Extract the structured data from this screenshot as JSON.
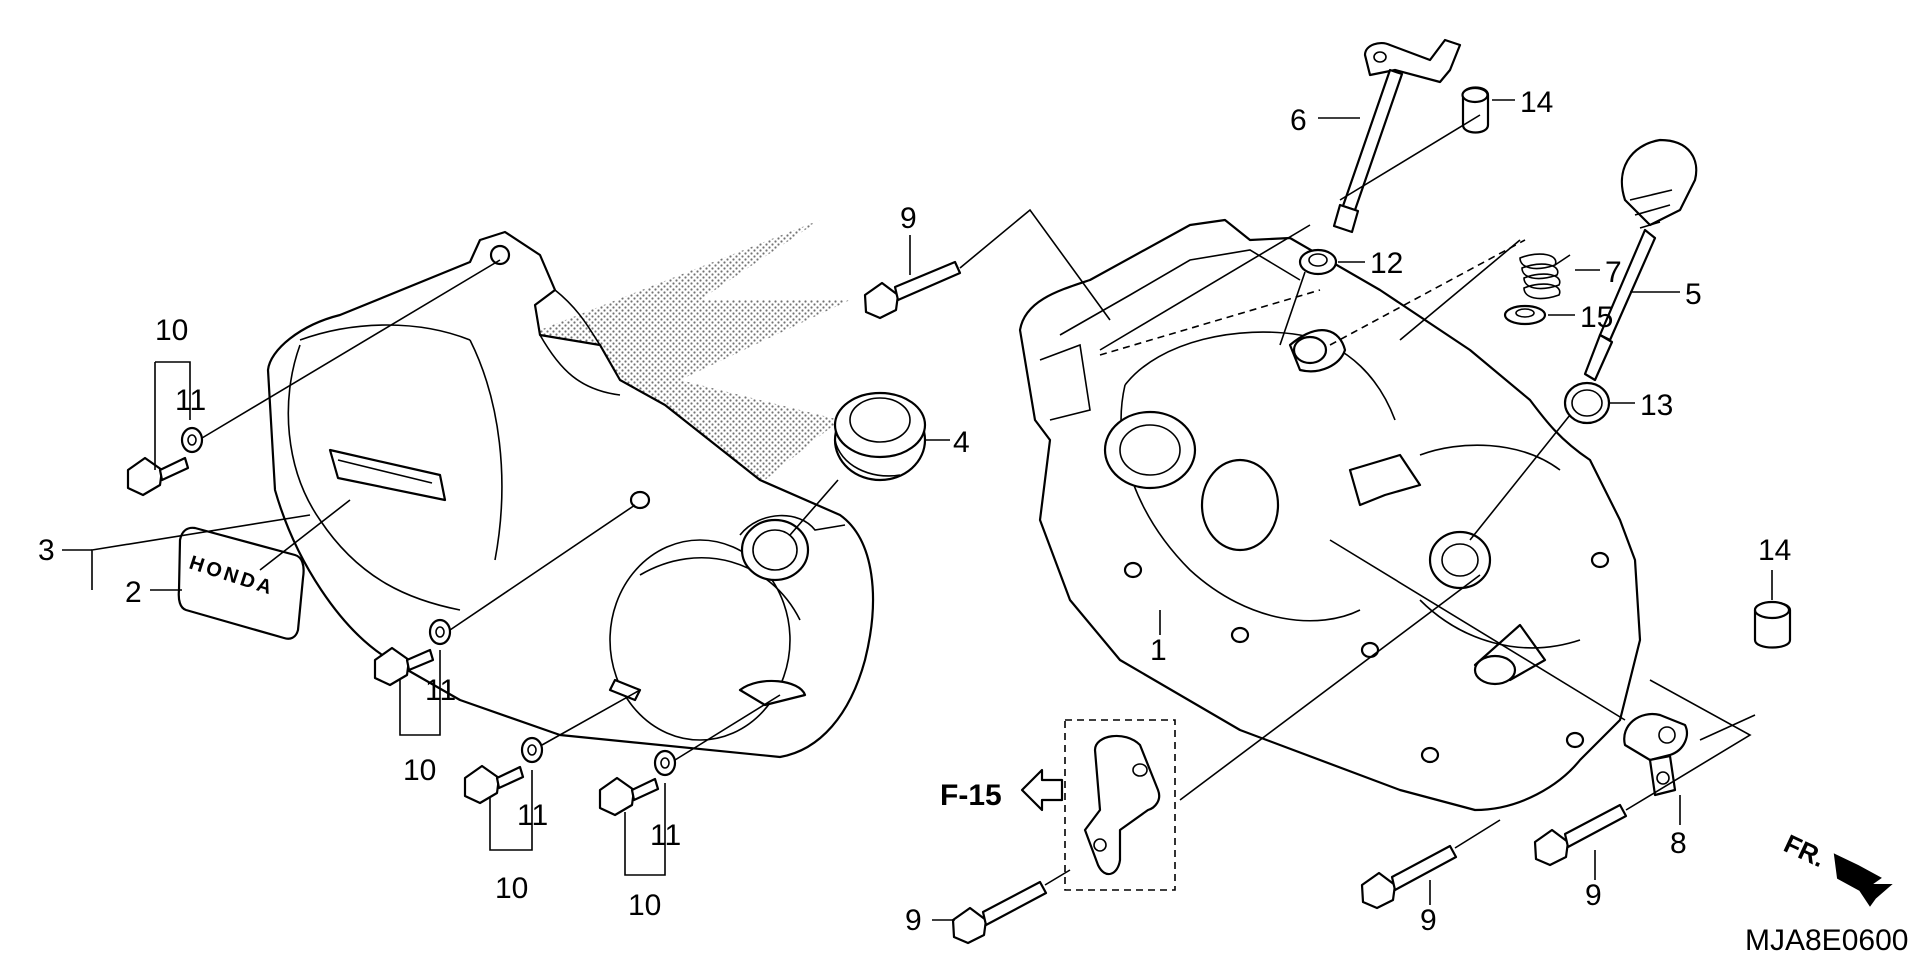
{
  "callouts": [
    "1",
    "2",
    "3",
    "4",
    "5",
    "6",
    "7",
    "8",
    "9",
    "10",
    "11",
    "12",
    "13",
    "14",
    "15"
  ],
  "reference": "F-15",
  "front_marker": "FR.",
  "brand_emblem": "HONDA",
  "diagram_code": "MJA8E0600"
}
